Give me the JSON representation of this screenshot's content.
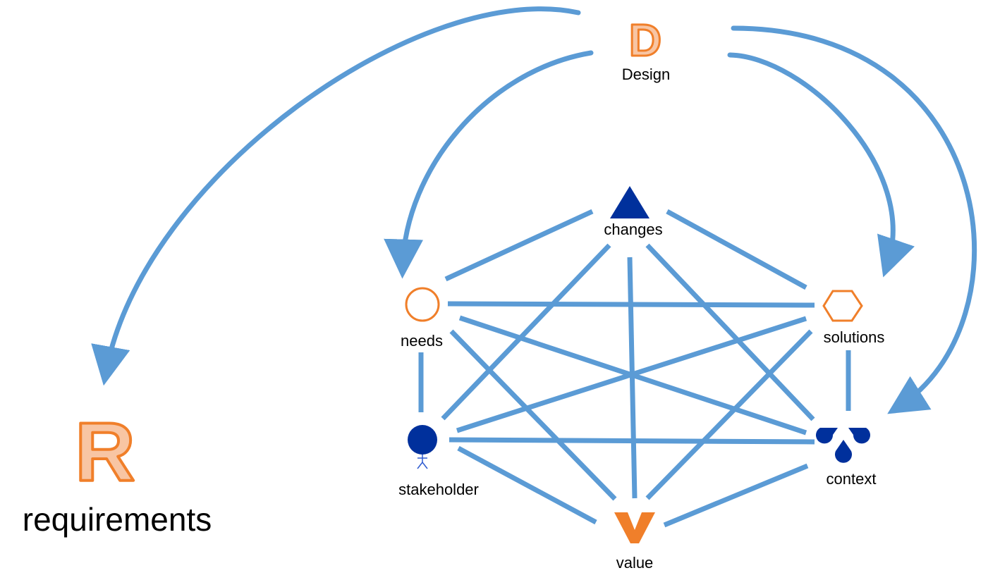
{
  "colors": {
    "connector": "#5b9bd5",
    "orange": "#f07f2a",
    "orange_fill": "#f8c5a3",
    "navy": "#00309c"
  },
  "design": {
    "letter": "D",
    "label": "Design"
  },
  "requirements": {
    "letter": "R",
    "label": "requirements"
  },
  "nodes": {
    "changes": {
      "label": "changes",
      "icon": "triangle-icon"
    },
    "needs": {
      "label": "needs",
      "icon": "circle-outline-icon"
    },
    "solutions": {
      "label": "solutions",
      "icon": "hexagon-icon"
    },
    "stakeholder": {
      "label": "stakeholder",
      "icon": "stick-figure-icon"
    },
    "context": {
      "label": "context",
      "icon": "three-blobs-icon"
    },
    "value": {
      "label": "value",
      "icon": "v-chevron-icon"
    }
  }
}
